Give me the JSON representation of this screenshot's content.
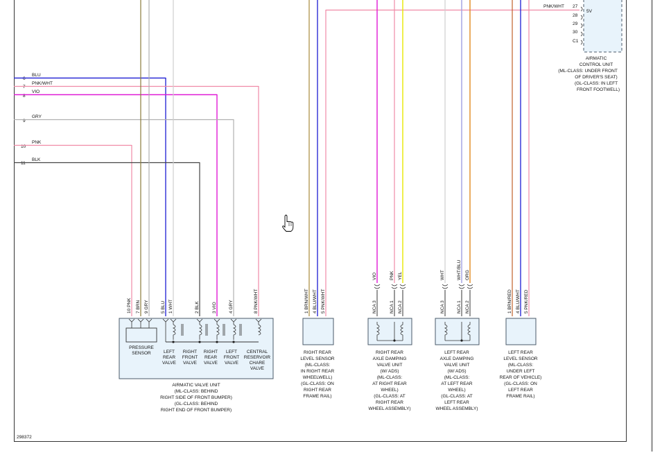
{
  "figure_id": "298372",
  "colors": {
    "BLU": "#2a2ad6",
    "PNK": "#f08aa6",
    "PNK/WHT": "#f08aa6",
    "VIO": "#e01ad6",
    "GRY": "#b0b0b0",
    "BLK": "#333333",
    "BRN": "#8a5a1e",
    "WHT": "#c8c8c8",
    "YEL": "#e8e800",
    "ORG": "#e08a1e",
    "TAN": "#a88a3a",
    "OLIVE": "#8a7a3a"
  },
  "left_connector": {
    "pins": [
      {
        "num": "6",
        "wire": "BLU"
      },
      {
        "num": "7",
        "wire": "PNK/WHT"
      },
      {
        "num": "8",
        "wire": "VIO"
      },
      {
        "num": "9",
        "wire": "GRY"
      },
      {
        "num": "10",
        "wire": "PNK"
      },
      {
        "num": "11",
        "wire": "BLK"
      }
    ]
  },
  "top_right_connector": {
    "wire_label": "PNK/WHT",
    "pins": [
      "27",
      "28",
      "29",
      "30",
      "C1"
    ],
    "inner_label": "5V"
  },
  "airmatic_control_unit_lines": [
    "AIRMATIC",
    "CONTROL UNIT",
    "(ML-CLASS: UNDER FRONT",
    "OF DRIVER'S SEAT)",
    "(GL-CLASS: IN LEFT",
    "FRONT FOOTWELL)"
  ],
  "valve_unit": {
    "pins": [
      {
        "num": "10",
        "wire": "PNK"
      },
      {
        "num": "7",
        "wire": "BRN"
      },
      {
        "num": "9",
        "wire": "GRY"
      },
      {
        "num": "5",
        "wire": "BLU"
      },
      {
        "num": "1",
        "wire": "WHT"
      },
      {
        "num": "2",
        "wire": "BLK"
      },
      {
        "num": "3",
        "wire": "VIO"
      },
      {
        "num": "4",
        "wire": "GRY"
      },
      {
        "num": "8",
        "wire": "PNK/WHT"
      }
    ],
    "pressure_sensor": "PRESSURE SENSOR",
    "valves": [
      [
        "LEFT",
        "REAR",
        "VALVE"
      ],
      [
        "RIGHT",
        "FRONT",
        "VALVE"
      ],
      [
        "RIGHT",
        "REAR",
        "VALVE"
      ],
      [
        "LEFT",
        "FRONT",
        "VALVE"
      ],
      [
        "CENTRAL",
        "RESERVOIR",
        "CHARE",
        "VALVE"
      ]
    ],
    "caption_lines": [
      "AIRMATIC VALVE UNIT",
      "(ML-CLASS: BEHIND",
      "RIGHT SIDE OF FRONT BUMPER)",
      "(GL-CLASS: BEHIND",
      "RIGHT END OF FRONT BUMPER)"
    ]
  },
  "right_rear_level_sensor": {
    "pins": [
      {
        "num": "1",
        "wire": "BRN/WHT"
      },
      {
        "num": "4",
        "wire": "BLU/WHT"
      },
      {
        "num": "5",
        "wire": "PNK/WHT"
      }
    ],
    "caption_lines": [
      "RIGHT REAR",
      "LEVEL SENSOR",
      "(ML-CLASS:",
      "IN RIGHT REAR",
      "WHEELWELL)",
      "(GL-CLASS: ON",
      "RIGHT REAR",
      "FRAME RAIL)"
    ]
  },
  "right_damping_unit": {
    "pins": [
      {
        "num": "3",
        "wire": "VIO",
        "tag": "NCA"
      },
      {
        "num": "1",
        "wire": "PNK",
        "tag": "NCA"
      },
      {
        "num": "2",
        "wire": "YEL",
        "tag": "NCA"
      }
    ],
    "caption_lines": [
      "RIGHT REAR",
      "AXLE DAMPING",
      "VALVE UNIT",
      "(W/ ADS)",
      "(ML-CLASS:",
      "AT RIGHT REAR",
      "WHEEL)",
      "(GL-CLASS: AT",
      "RIGHT REAR",
      "WHEEL ASSEMBLY)"
    ]
  },
  "left_damping_unit": {
    "pins": [
      {
        "num": "3",
        "wire": "WHT",
        "tag": "NCA"
      },
      {
        "num": "1",
        "wire": "WHT/BLU",
        "tag": "NCA"
      },
      {
        "num": "2",
        "wire": "ORG",
        "tag": "NCA"
      }
    ],
    "caption_lines": [
      "LEFT REAR",
      "AXLE DAMPING",
      "VALVE UNIT",
      "(W/ ADS)",
      "(ML-CLASS:",
      "AT LEFT REAR",
      "WHEEL)",
      "(GL-CLASS: AT",
      "LEFT REAR",
      "WHEEL ASSEMBLY)"
    ]
  },
  "left_rear_level_sensor": {
    "pins": [
      {
        "num": "1",
        "wire": "BRN/RED"
      },
      {
        "num": "4",
        "wire": "BLU/WHT"
      },
      {
        "num": "5",
        "wire": "PNK/RED"
      }
    ],
    "caption_lines": [
      "LEFT REAR",
      "LEVEL SENSOR",
      "(ML-CLASS:",
      "UNDER LEFT",
      "REAR OF VEHICLE)",
      "(GL-CLASS: ON",
      "LEFT REAR",
      "FRAME RAIL)"
    ]
  },
  "cursor_icon": "hand-pointer-icon"
}
